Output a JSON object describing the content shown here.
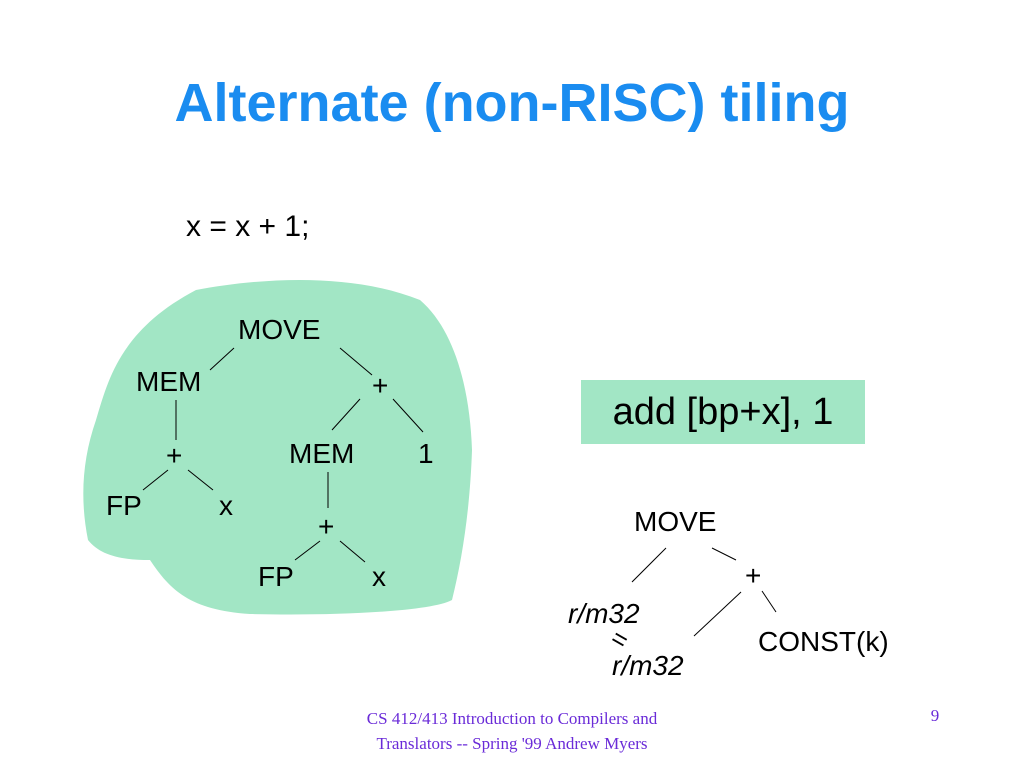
{
  "slide": {
    "title": "Alternate (non-RISC) tiling",
    "statement": "x = x + 1;",
    "instruction": "add [bp+x], 1",
    "page_number": "9",
    "footer": "CS 412/413 Introduction to Compilers and Translators -- Spring '99 Andrew Myers"
  },
  "left_tree": {
    "root": "MOVE",
    "mem_left": "MEM",
    "plus_left": "+",
    "fp_left": "FP",
    "x_left": "x",
    "plus_right": "+",
    "mem_right": "MEM",
    "one": "1",
    "plus_inner": "+",
    "fp_inner": "FP",
    "x_inner": "x"
  },
  "pattern_tree": {
    "root": "MOVE",
    "operand_left": "r/m32",
    "equiv": "=",
    "plus": "+",
    "operand_right": "r/m32",
    "const": "CONST(k)"
  },
  "colors": {
    "title": "#1a8cf0",
    "tile_fill": "#a2e6c5",
    "footer": "#6a2bd8"
  }
}
